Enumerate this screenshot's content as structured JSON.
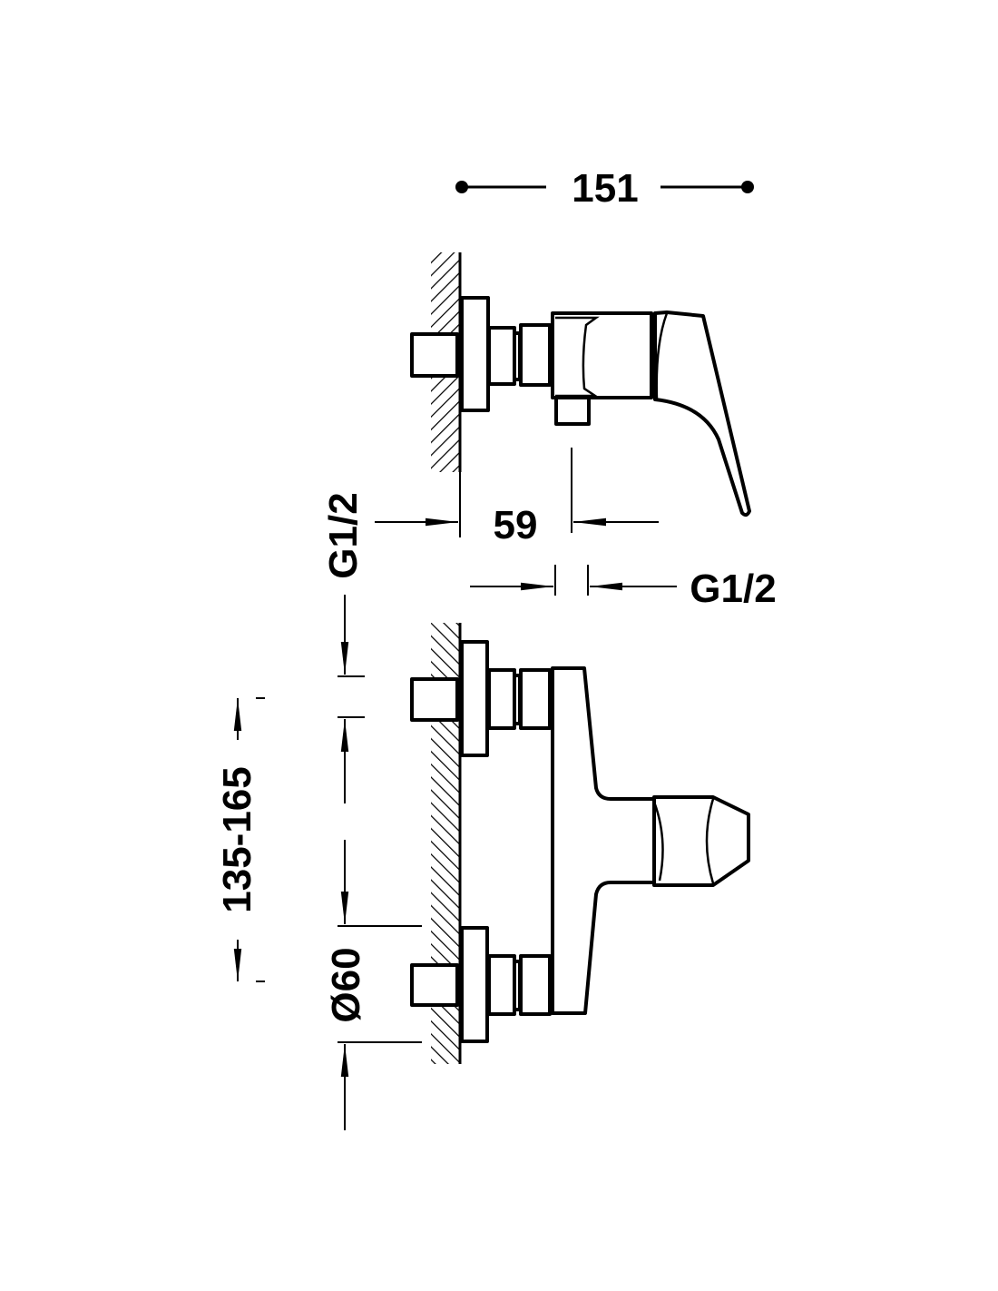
{
  "drawing": {
    "title": "Wall-mounted shower mixer – dimension drawing",
    "dimensions": {
      "overall_depth": "151",
      "wall_to_outlet": "59",
      "outlet_thread": "G1/2",
      "inlet_thread": "G1/2",
      "inlet_centres": "135-165",
      "flange_diameter": "Ø60"
    },
    "colors": {
      "line": "#000000",
      "background": "#ffffff"
    }
  }
}
